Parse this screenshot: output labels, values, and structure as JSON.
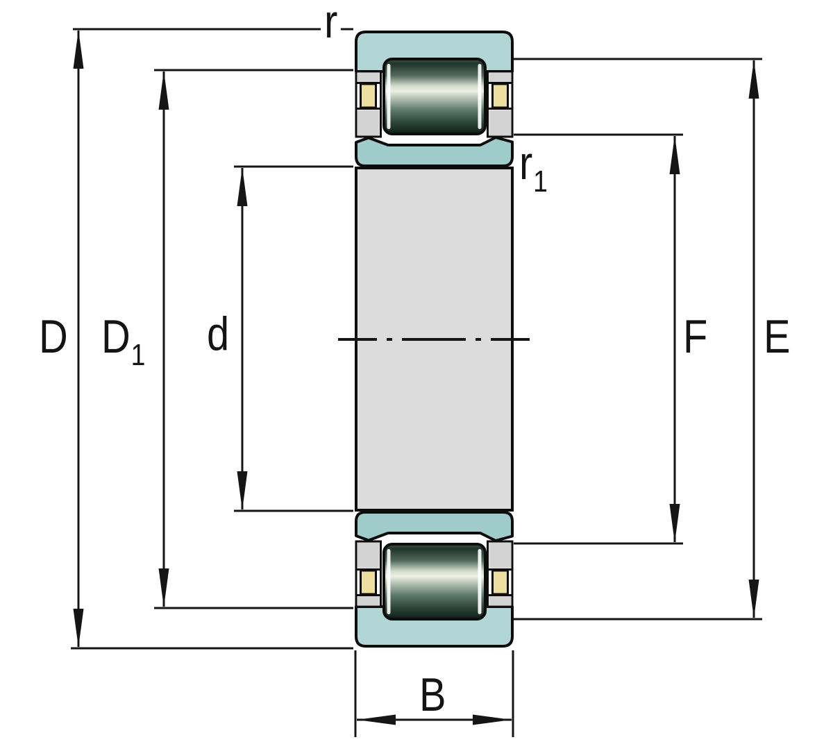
{
  "diagram": {
    "type": "bearing-cross-section",
    "description": "Cylindrical roller bearing cross-section with boundary dimensions"
  },
  "labels": {
    "D": {
      "base": "D"
    },
    "D1": {
      "base": "D",
      "sub": "1"
    },
    "d": {
      "base": "d"
    },
    "B": {
      "base": "B"
    },
    "F": {
      "base": "F"
    },
    "E": {
      "base": "E"
    },
    "r": {
      "base": "r"
    },
    "r1": {
      "base": "r",
      "sub": "1"
    }
  },
  "colors": {
    "background": "#ffffff",
    "outline": "#0d0d0d",
    "line": "#151515",
    "label": "#141414",
    "ring_outer": "#b2d6d6",
    "ring_inner": "#9fcccb",
    "bore": "#dbdcdb",
    "flange": "#d2d3d2",
    "cage": "#ecdfa0"
  },
  "roller_gradient": [
    "#3f584c",
    "#203429",
    "#51695b",
    "#d4ddcd",
    "#eef0e4",
    "#b0c0b2",
    "#5d7a6b",
    "#2c4537",
    "#0d1f16"
  ]
}
